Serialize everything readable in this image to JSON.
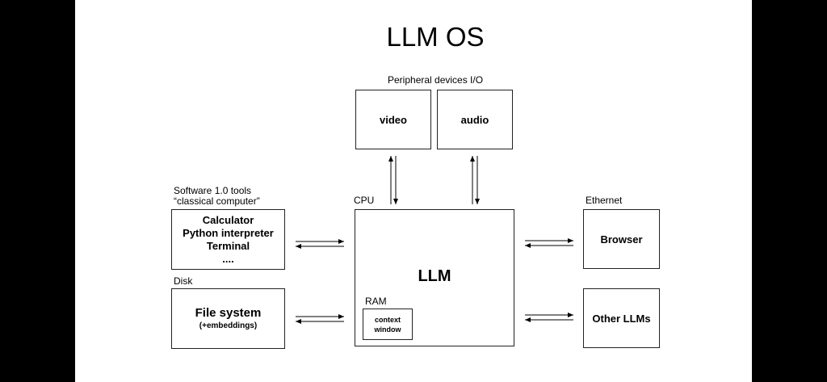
{
  "title": "LLM OS",
  "peripheral": {
    "label": "Peripheral devices I/O",
    "video": "video",
    "audio": "audio"
  },
  "software": {
    "label_line1": "Software 1.0 tools",
    "label_line2": "“classical computer”",
    "items": [
      "Calculator",
      "Python interpreter",
      "Terminal",
      "...."
    ]
  },
  "disk": {
    "label": "Disk",
    "title": "File system",
    "subtitle": "(+embeddings)"
  },
  "cpu": {
    "label": "CPU",
    "title": "LLM",
    "ram_label": "RAM",
    "context_line1": "context",
    "context_line2": "window"
  },
  "ethernet": {
    "label": "Ethernet",
    "browser": "Browser"
  },
  "other_llms": {
    "title": "Other LLMs"
  }
}
